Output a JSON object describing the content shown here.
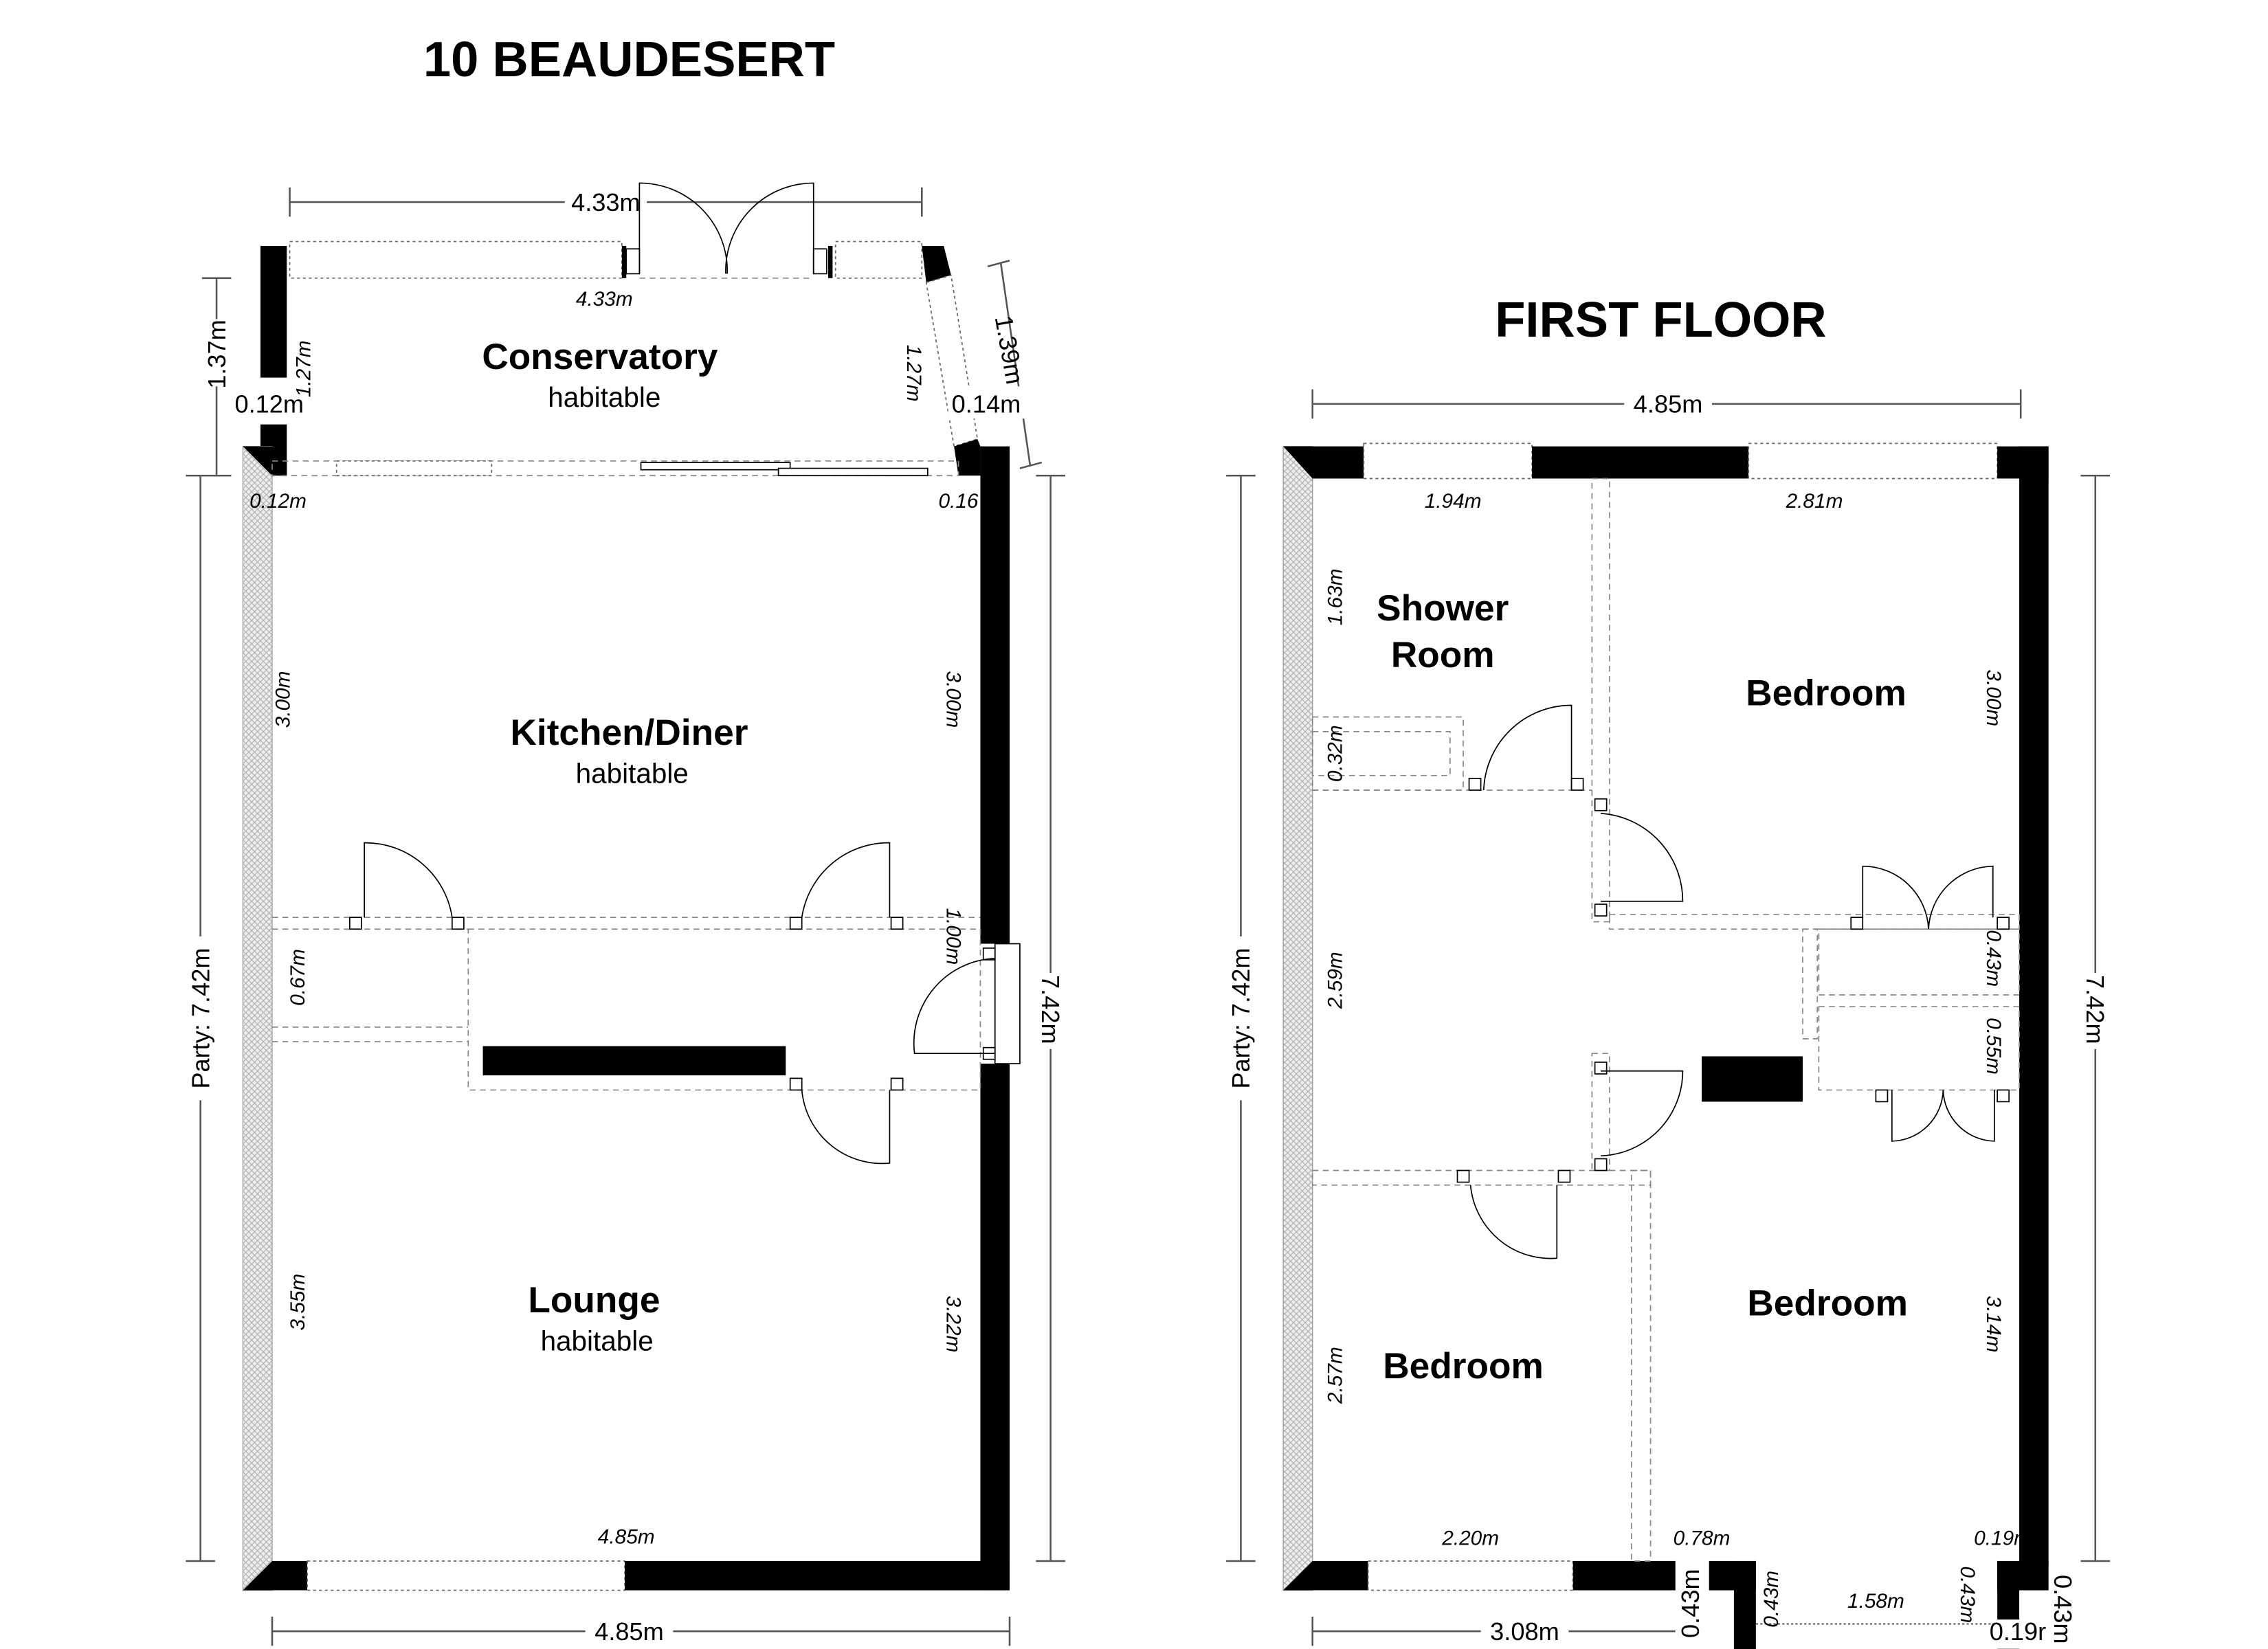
{
  "titles": {
    "main": "10 BEAUDESERT",
    "first_floor": "FIRST FLOOR"
  },
  "ground": {
    "rooms": {
      "conservatory": {
        "name": "Conservatory",
        "tag": "habitable"
      },
      "kitchen": {
        "name": "Kitchen/Diner",
        "tag": "habitable"
      },
      "lounge": {
        "name": "Lounge",
        "tag": "habitable"
      }
    },
    "dims": {
      "cons_top": "4.33m",
      "cons_inner": "4.33m",
      "cons_left_ext": "1.37m",
      "cons_left_wall": "0.12m",
      "cons_left_int": "1.27m",
      "cons_right_int": "1.27m",
      "cons_right_ext": "1.39m",
      "cons_right_wall": "0.14m",
      "wall_tl": "0.12m",
      "wall_tr": "0.16",
      "kit_left": "3.00m",
      "kit_right": "3.00m",
      "hall_left": "0.67m",
      "hall_right": "1.00m",
      "lounge_left": "3.55m",
      "lounge_right": "3.22m",
      "lounge_bottom": "4.85m",
      "party": "Party: 7.42m",
      "right_total": "7.42m",
      "bottom_total": "4.85m"
    }
  },
  "first": {
    "rooms": {
      "shower": {
        "line1": "Shower",
        "line2": "Room"
      },
      "bed_front": "Bedroom",
      "bed_rear_right": "Bedroom",
      "bed_rear_left": "Bedroom"
    },
    "dims": {
      "top_total": "4.85m",
      "shower_w": "1.94m",
      "bed_w": "2.81m",
      "shower_h": "1.63m",
      "bed_h": "3.00m",
      "bath": "0.32m",
      "landing": "2.59m",
      "cup1": "0.43m",
      "cup2": "0.55m",
      "bl_h": "2.57m",
      "br_h": "3.14m",
      "bl_w": "2.20m",
      "br_a": "0.78m",
      "br_b": "0.19r",
      "notch_ext": "0.43m",
      "notch_l": "0.43m",
      "notch_w": "1.58m",
      "notch_r": "0.43m",
      "notch_wall": "0.19r",
      "notch_ext_r": "0.43m",
      "party": "Party: 7.42m",
      "right_total": "7.42m",
      "bottom_total": "3.08m"
    }
  }
}
